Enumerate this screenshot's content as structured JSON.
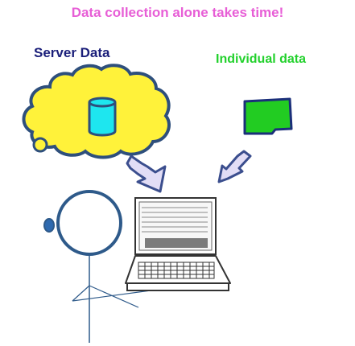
{
  "title": "Data collection alone takes time!",
  "labels": {
    "server_data": "Server Data",
    "individual_data": "Individual data"
  },
  "colors": {
    "title": "#e75ed6",
    "server_label": "#1b1f7a",
    "individual_label": "#22d12c",
    "cloud_fill": "#fff23a",
    "cloud_stroke": "#2e4f7c",
    "database_fill": "#1ee6ef",
    "folder_fill": "#22cc22",
    "folder_stroke": "#1b2f7a",
    "arrow_fill": "#e2ddf6",
    "arrow_stroke": "#3b4e8e",
    "figure_stroke": "#2e5a8a",
    "laptop_stroke": "#333333"
  },
  "icons": [
    "cloud-icon",
    "database-icon",
    "folder-icon",
    "laptop-icon",
    "person-icon",
    "arrow-down-icon"
  ]
}
